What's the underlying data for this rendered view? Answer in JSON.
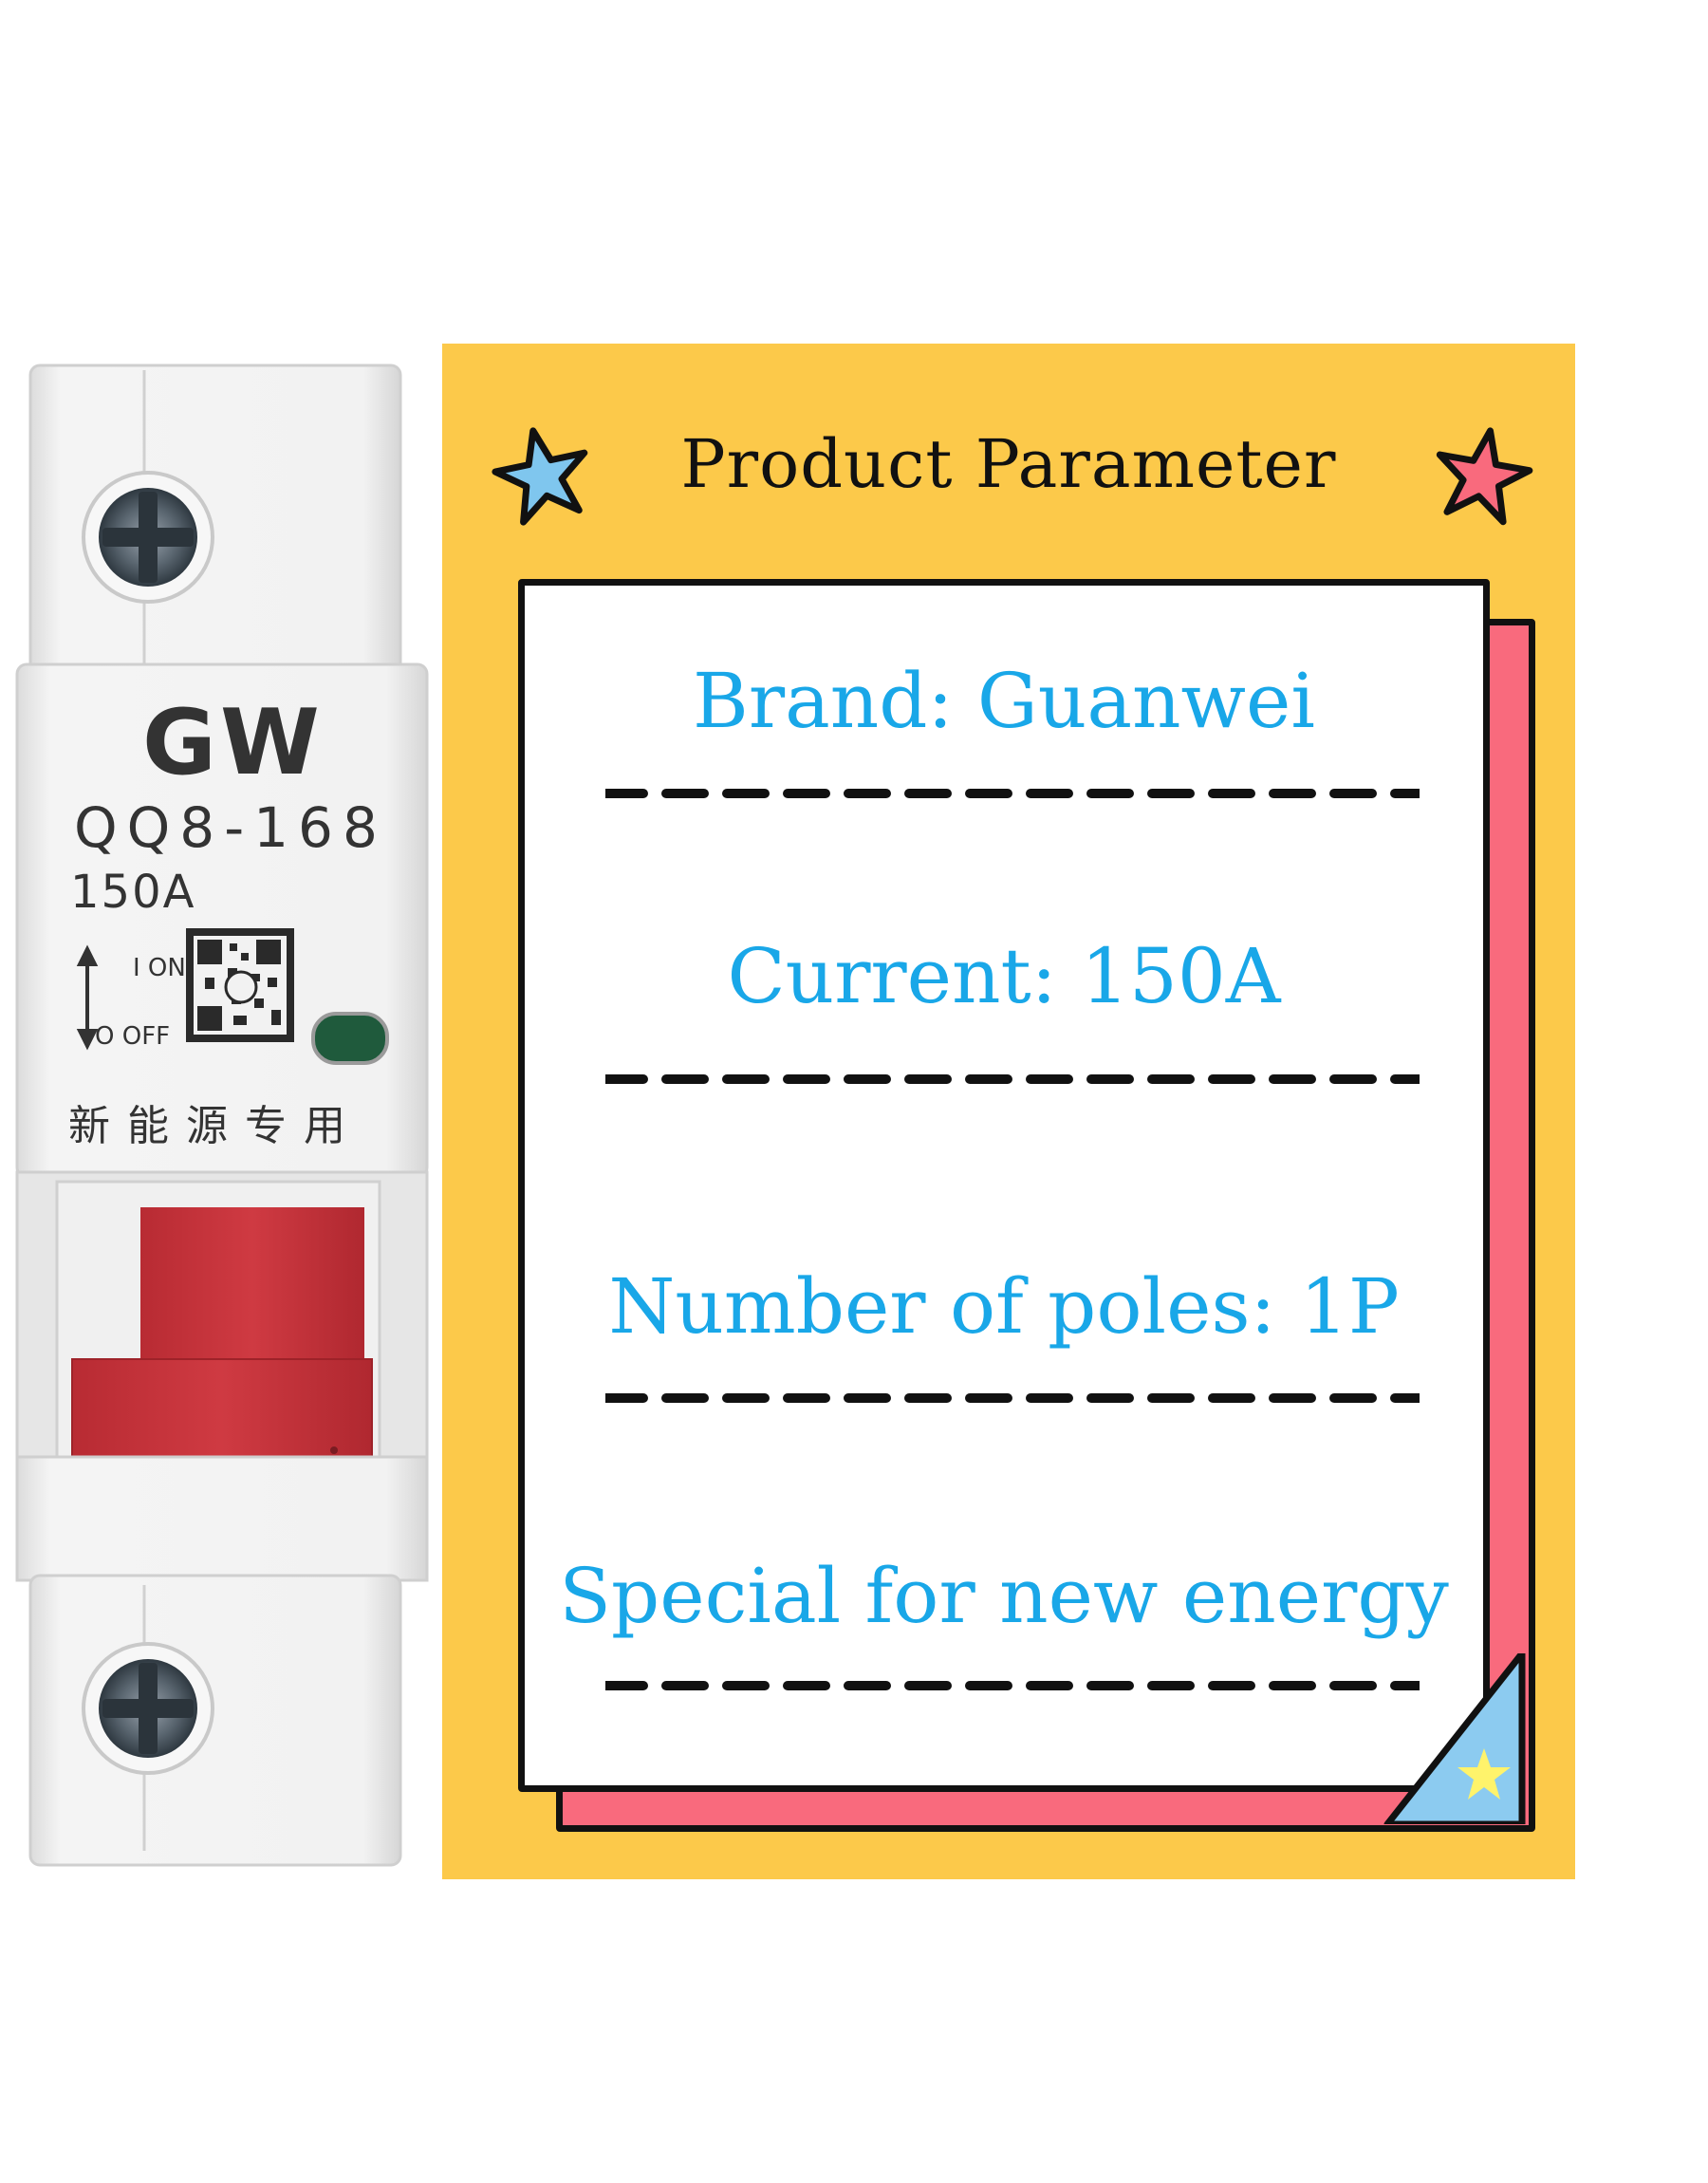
{
  "product": {
    "brand_mark": "GW",
    "model": "QQ8-168",
    "rating": "150A",
    "switch_on_label": "I ON",
    "switch_off_label": "O OFF",
    "chinese_label": "新能源专用",
    "handle_color": "#c8323a",
    "body_color": "#eeeeee"
  },
  "panel": {
    "title": "Product Parameter",
    "background_color": "#fcc94a",
    "accent_color": "#f96a7d",
    "text_color": "#19a7e8",
    "params": [
      "Brand: Guanwei",
      "Current: 150A",
      "Number of poles: 1P",
      "Special for new energy"
    ],
    "icons": [
      "blue-star-icon",
      "pink-star-icon",
      "yellow-star-icon"
    ]
  }
}
